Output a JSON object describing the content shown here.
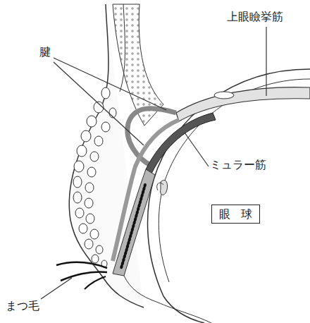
{
  "diagram": {
    "nodes": [
      {
        "text": [
          "眼 球"
        ]
      }
    ],
    "labels": [
      "上眼瞼挙筋",
      "腱",
      "ミュラー筋",
      "まつ毛"
    ]
  }
}
